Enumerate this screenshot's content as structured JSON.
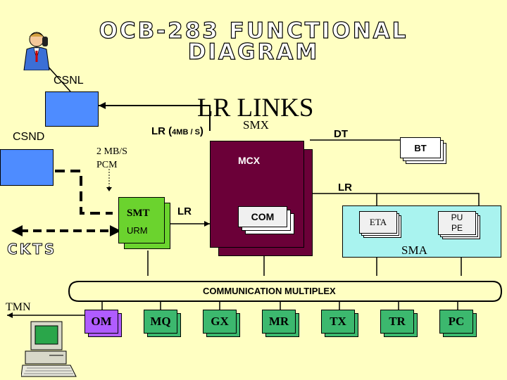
{
  "title": {
    "line1": "OCB-283 FUNCTIONAL",
    "line2": "DIAGRAM"
  },
  "labels": {
    "csnl": "CSNL",
    "csnd": "CSND",
    "lr_links": "LR LINKS",
    "lr_4mbs_pre": "LR (",
    "lr_4mbs_small": "4MB / S",
    "lr_4mbs_post": ")",
    "smx": "SMX",
    "dt": "DT",
    "bt": "BT",
    "mb_pcm_1": "2 MB/S",
    "mb_pcm_2": "PCM",
    "mcx": "MCX",
    "lr_right": "LR",
    "smt": "SMT",
    "urm": "URM",
    "lr_mid": "LR",
    "com": "COM",
    "eta": "ETA",
    "pupe_1": "PU",
    "pupe_2": "PE",
    "sma": "SMA",
    "ckts": "CKTS",
    "comm_multiplex": "COMMUNICATION MULTIPLEX",
    "tmn": "TMN"
  },
  "bottom_units": [
    "OM",
    "MQ",
    "GX",
    "MR",
    "TX",
    "TR",
    "PC"
  ],
  "colors": {
    "background": "#ffffc2",
    "csn_blue": "#4e8cff",
    "smx_maroon": "#6b0038",
    "smt_green": "#6bd32e",
    "sma_cyan": "#a9f3ef",
    "om_purple": "#b05cff",
    "unit_green": "#3cb86e",
    "box_face": "#f0f0f0"
  },
  "icons": [
    "telephone-user-icon",
    "computer-terminal-icon"
  ]
}
